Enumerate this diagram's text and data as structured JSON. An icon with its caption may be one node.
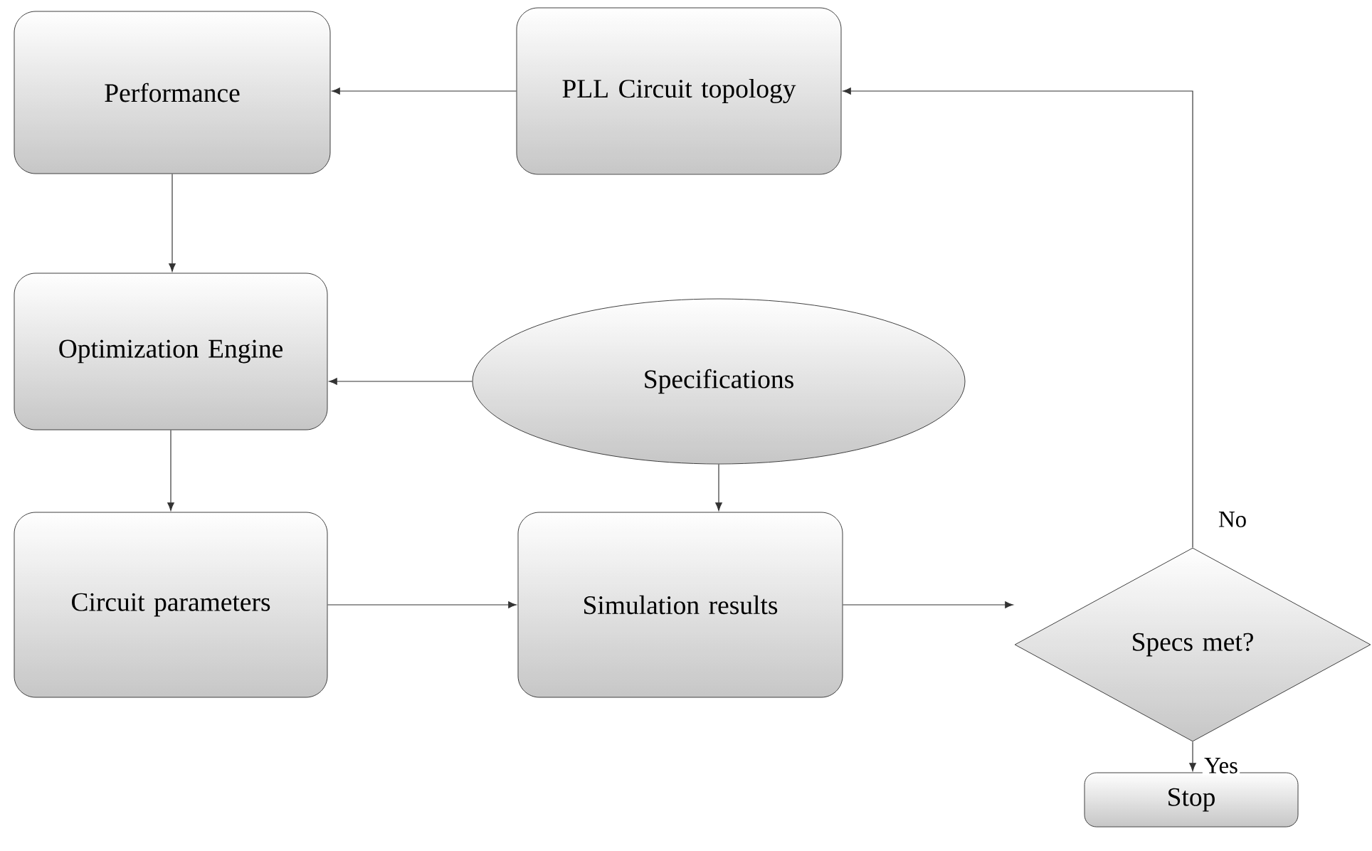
{
  "diagram": {
    "nodes": [
      {
        "text": [
          "Performance"
        ]
      },
      {
        "text": [
          "PLL Circuit topology"
        ]
      },
      {
        "text": [
          "Optimization Engine"
        ]
      },
      {
        "text": [
          "Specifications"
        ]
      },
      {
        "text": [
          "Circuit parameters"
        ]
      },
      {
        "text": [
          "Simulation results"
        ]
      },
      {
        "text": [
          "Specs met?"
        ]
      },
      {
        "text": [
          "Stop"
        ]
      }
    ],
    "edges": [
      {
        "from": 1,
        "to": 0,
        "arrow": "to"
      },
      {
        "from": 0,
        "to": 2,
        "arrow": "to"
      },
      {
        "from": 3,
        "to": 2,
        "arrow": "to"
      },
      {
        "from": 2,
        "to": 4,
        "arrow": "to"
      },
      {
        "from": 3,
        "to": 5,
        "arrow": "to"
      },
      {
        "from": 4,
        "to": 5,
        "arrow": "to"
      },
      {
        "from": 5,
        "to": 6,
        "arrow": "to"
      },
      {
        "from": 6,
        "to": 1,
        "arrow": "to",
        "label": "No"
      },
      {
        "from": 6,
        "to": 7,
        "arrow": "to",
        "label": "Yes"
      }
    ]
  }
}
